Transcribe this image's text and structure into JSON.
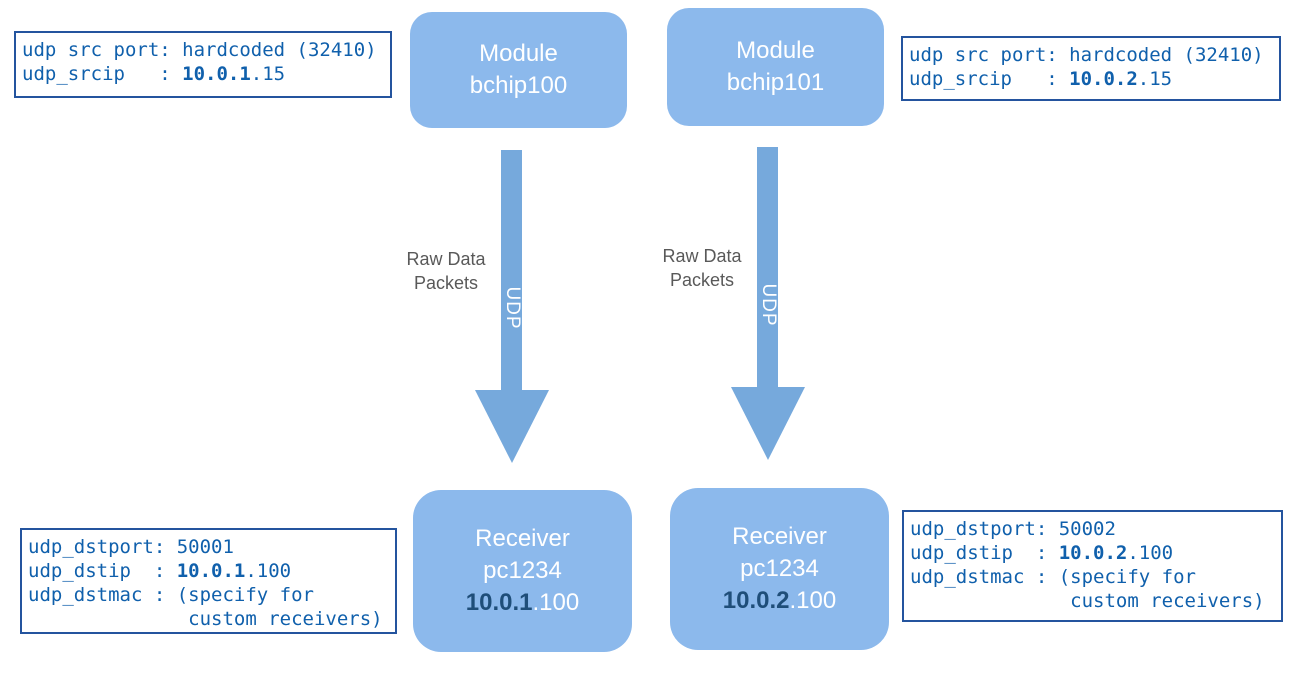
{
  "colors": {
    "node_fill": "#8CB9EC",
    "arrow_fill": "#76A9DC",
    "box_border": "#24549E",
    "mono_text": "#1060AC",
    "receiver_ip_bold": "#1F4E79",
    "label_gray": "#595959",
    "node_text": "#FFFFFF",
    "background": "#FFFFFF"
  },
  "flows": [
    {
      "module": {
        "line1": "Module",
        "line2": "bchip100"
      },
      "src_config": {
        "line1": "udp src port: hardcoded (32410)",
        "line2_prefix": "udp_srcip   : ",
        "line2_ip_bold": "10.0.1",
        "line2_suffix": ".15"
      },
      "arrow": {
        "label_line1": "Raw Data",
        "label_line2": "Packets",
        "protocol": "UDP"
      },
      "receiver": {
        "line1": "Receiver",
        "line2": "pc1234",
        "ip_bold": "10.0.1",
        "ip_suffix": ".100"
      },
      "dst_config": {
        "line1": "udp_dstport: 50001",
        "line2_prefix": "udp_dstip  : ",
        "line2_ip_bold": "10.0.1",
        "line2_suffix": ".100",
        "line3": "udp_dstmac : (specify for",
        "line4": "              custom receivers)"
      }
    },
    {
      "module": {
        "line1": "Module",
        "line2": "bchip101"
      },
      "src_config": {
        "line1": "udp src port: hardcoded (32410)",
        "line2_prefix": "udp_srcip   : ",
        "line2_ip_bold": "10.0.2",
        "line2_suffix": ".15"
      },
      "arrow": {
        "label_line1": "Raw Data",
        "label_line2": "Packets",
        "protocol": "UDP"
      },
      "receiver": {
        "line1": "Receiver",
        "line2": "pc1234",
        "ip_bold": "10.0.2",
        "ip_suffix": ".100"
      },
      "dst_config": {
        "line1": "udp_dstport: 50002",
        "line2_prefix": "udp_dstip  : ",
        "line2_ip_bold": "10.0.2",
        "line2_suffix": ".100",
        "line3": "udp_dstmac : (specify for",
        "line4": "              custom receivers)"
      }
    }
  ]
}
